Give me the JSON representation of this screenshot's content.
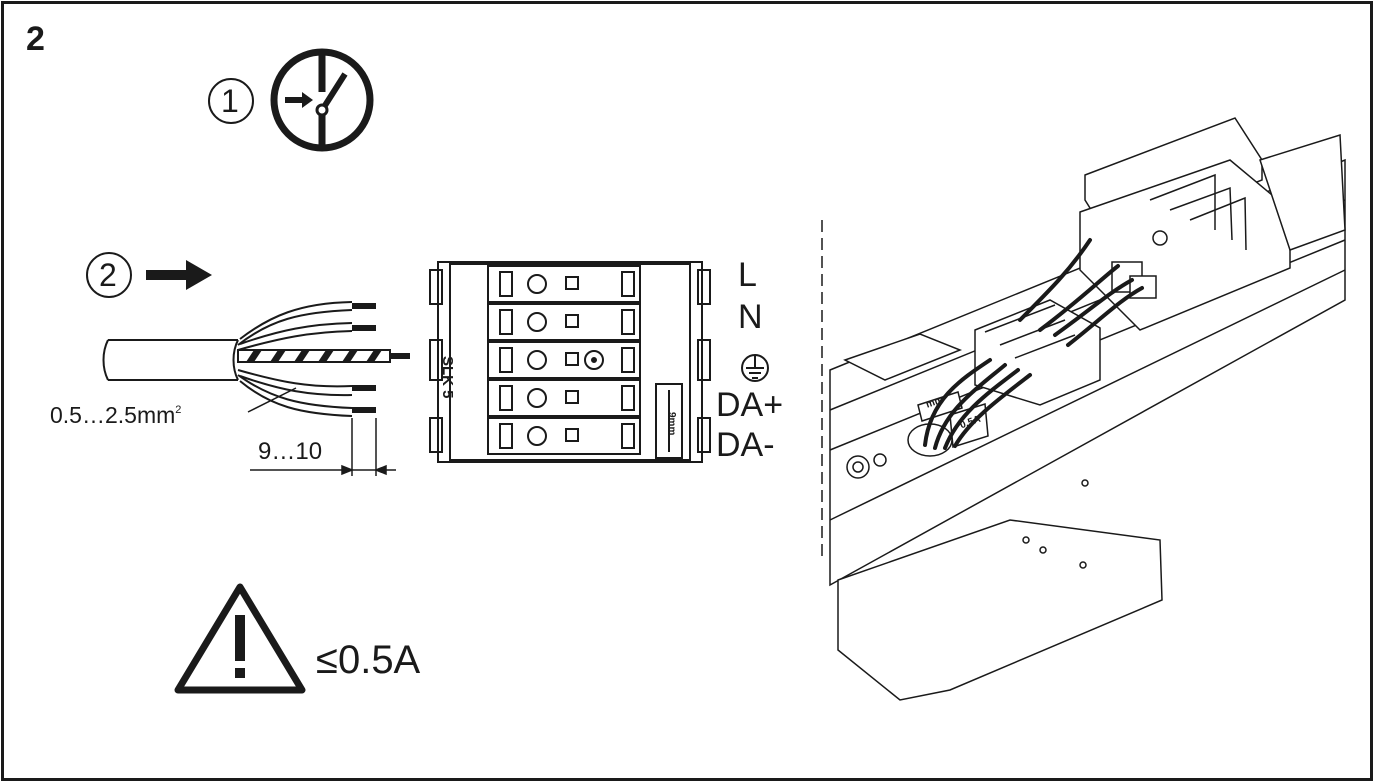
{
  "step": {
    "number": "2"
  },
  "instructions": {
    "step1_marker": "1",
    "step2_marker": "2"
  },
  "wire": {
    "cross_section": "0.5…2.5mm",
    "cross_section_exp": "2",
    "strip_length": "9…10"
  },
  "connector": {
    "model": "SLK 5",
    "strip_gauge": "9mm",
    "terminals": [
      "L",
      "N",
      "DA+",
      "DA-"
    ],
    "earth_symbol": "protective-earth-icon"
  },
  "warning": {
    "current_limit": "≤0.5A"
  },
  "luminaire": {
    "label_a": "0,5A",
    "label_b": "mm"
  },
  "colors": {
    "ink": "#1a1a1a",
    "paper": "#ffffff",
    "light_grey": "#d9d9d9"
  }
}
